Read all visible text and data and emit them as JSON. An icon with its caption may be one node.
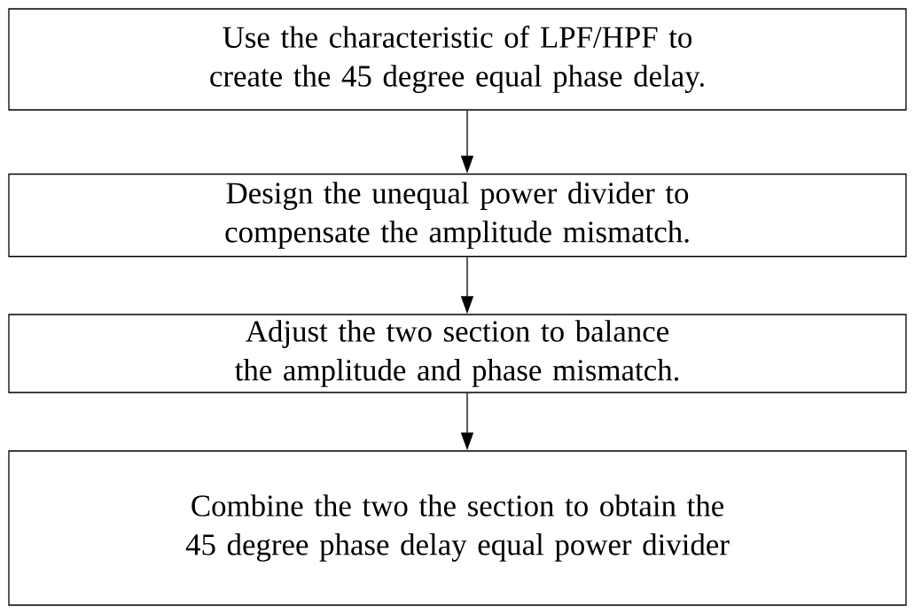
{
  "diagram": {
    "nodes": [
      {
        "text": [
          "Use the characteristic of LPF/HPF to create the 45 degree equal phase delay."
        ]
      },
      {
        "text": [
          "Design the unequal power divider to compensate the amplitude mismatch."
        ]
      },
      {
        "text": [
          "Adjust the two section to balance the amplitude and phase mismatch."
        ]
      },
      {
        "text": [
          "Combine the two the section to obtain the 45 degree phase delay equal power divider"
        ]
      }
    ],
    "edges": [
      {
        "from": 0,
        "to": 1,
        "arrow": "to"
      },
      {
        "from": 1,
        "to": 2,
        "arrow": "to"
      },
      {
        "from": 2,
        "to": 3,
        "arrow": "to"
      }
    ]
  }
}
